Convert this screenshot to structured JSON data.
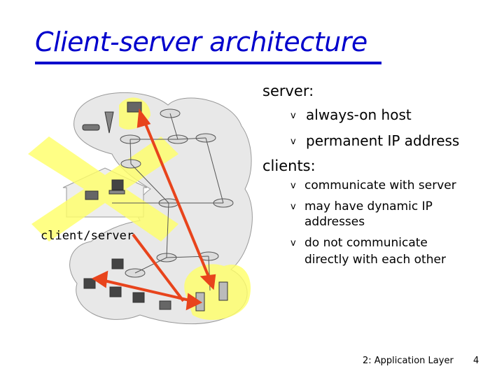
{
  "title": "Client-server architecture",
  "server_heading": "server:",
  "server_bullets": [
    "always-on host",
    "permanent IP address"
  ],
  "clients_heading": "clients:",
  "client_bullets": [
    [
      "communicate with server"
    ],
    [
      "may have dynamic IP",
      "addresses"
    ],
    [
      "do not communicate",
      "directly with each other"
    ]
  ],
  "bullet_glyph": "v",
  "diagram_label": "client/server",
  "footer_left": "2: Application Layer",
  "footer_page": "4",
  "colors": {
    "title": "#0000cc",
    "arrow": "#e8441c",
    "highlight": "#ffff66",
    "cloud": "#e6e6e6"
  }
}
